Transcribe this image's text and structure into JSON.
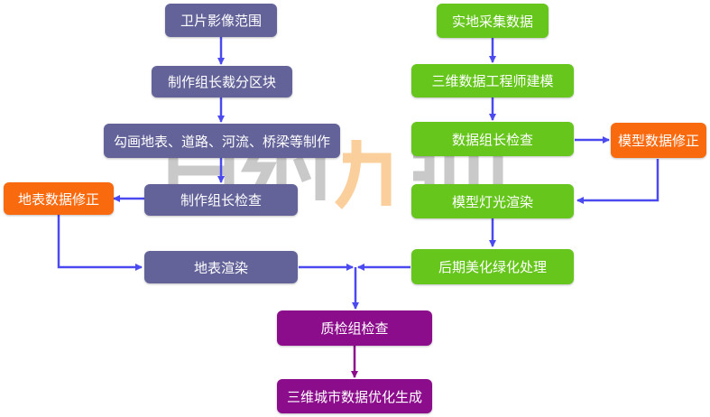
{
  "colors": {
    "grey": "#63639a",
    "green": "#66c61c",
    "orange": "#f96a0f",
    "purple": "#8c0d8c",
    "arrow_blue": "#4a4af0",
    "arrow_purple": "#8c0d8c"
  },
  "nodes": {
    "satellite_scope": "卫片影像范围",
    "make_group_blocks": "制作组长裁分区块",
    "outline": "勾画地表、道路、河流、桥梁等制作",
    "make_group_check": "制作组长检查",
    "surface_fix": "地表数据修正",
    "surface_render": "地表渲染",
    "field_collect": "实地采集数据",
    "engineer_model": "三维数据工程师建模",
    "data_group_check": "数据组长检查",
    "model_fix": "模型数据修正",
    "model_light": "模型灯光渲染",
    "post_beautify": "后期美化绿化处理",
    "qc_check": "质检组检查",
    "final_output": "三维城市数据优化生成"
  }
}
